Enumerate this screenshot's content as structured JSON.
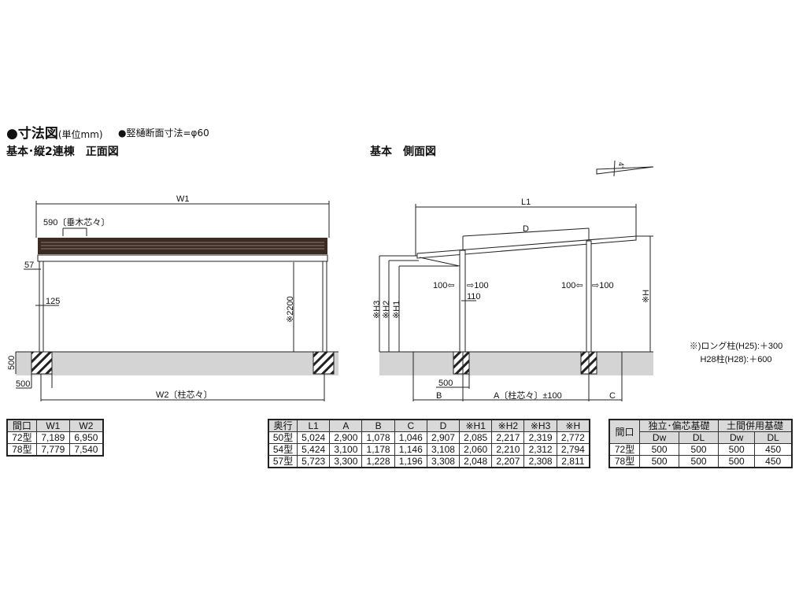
{
  "header": {
    "title": "●寸法図",
    "unit": "(単位mm)",
    "post_note": "●竪樋断面寸法=φ60",
    "front_title": "基本･縦2連棟　正面図",
    "side_title": "基本　側面図"
  },
  "front_view": {
    "w1": "W1",
    "rafter_pitch": "590〔垂木芯々〕",
    "dim_57": "57",
    "dim_125": "125",
    "height_2200": "※2200",
    "footing_depth": "500",
    "footing_width": "500",
    "w2": "W2〔柱芯々〕"
  },
  "side_view": {
    "l1": "L1",
    "d": "D",
    "h1": "※H1",
    "h2": "※H2",
    "h3": "※H3",
    "h": "※H",
    "left_arrow_1": "100⇦",
    "right_arrow_1": "⇨100",
    "dim_110": "110",
    "left_arrow_2": "100⇦",
    "right_arrow_2": "⇨100",
    "footing_width": "500",
    "b": "B",
    "a": "A〔柱芯々〕±100",
    "c": "C",
    "angle": "4°"
  },
  "notes": {
    "line1": "※)ロング柱(H25):＋300",
    "line2": "H28柱(H28):＋600"
  },
  "width_table": {
    "headers": [
      "間口",
      "W1",
      "W2"
    ],
    "rows": [
      [
        "72型",
        "7,189",
        "6,950"
      ],
      [
        "78型",
        "7,779",
        "7,540"
      ]
    ]
  },
  "depth_table": {
    "headers": [
      "奥行",
      "L1",
      "A",
      "B",
      "C",
      "D",
      "※H1",
      "※H2",
      "※H3",
      "※H"
    ],
    "rows": [
      [
        "50型",
        "5,024",
        "2,900",
        "1,078",
        "1,046",
        "2,907",
        "2,085",
        "2,217",
        "2,319",
        "2,772"
      ],
      [
        "54型",
        "5,424",
        "3,100",
        "1,178",
        "1,146",
        "3,108",
        "2,060",
        "2,210",
        "2,312",
        "2,794"
      ],
      [
        "57型",
        "5,723",
        "3,300",
        "1,228",
        "1,196",
        "3,308",
        "2,048",
        "2,207",
        "2,308",
        "2,811"
      ]
    ]
  },
  "foundation_table": {
    "header_col": "間口",
    "group1": "独立･偏芯基礎",
    "group2": "土間併用基礎",
    "sub": [
      "Dw",
      "DL",
      "Dw",
      "DL"
    ],
    "rows": [
      [
        "72型",
        "500",
        "500",
        "500",
        "450"
      ],
      [
        "78型",
        "500",
        "500",
        "500",
        "450"
      ]
    ]
  },
  "colors": {
    "roof": "#3b2b22",
    "ground": "#d4d4d4",
    "line": "#222222"
  }
}
